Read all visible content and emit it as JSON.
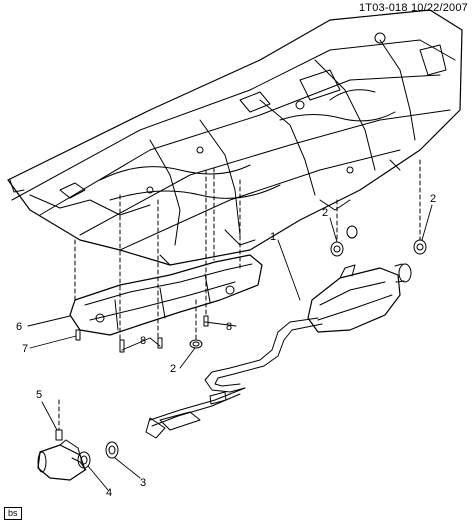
{
  "header": {
    "drawing_id": "1T03-018",
    "date": "10/22/2007"
  },
  "corner_badge": "bs",
  "callouts": {
    "c1": "1",
    "c2a": "2",
    "c2b": "2",
    "c2c": "2",
    "c3": "3",
    "c4": "4",
    "c5": "5",
    "c6": "6",
    "c7": "7",
    "c8a": "8",
    "c8b": "8"
  }
}
